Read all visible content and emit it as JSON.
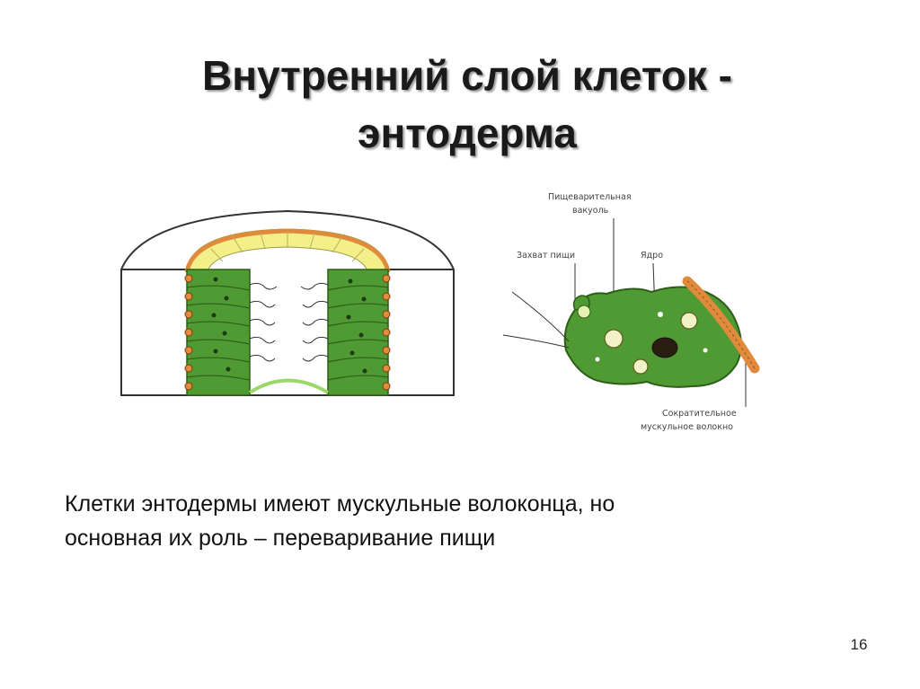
{
  "slide": {
    "title_line1": "Внутренний слой клеток -",
    "title_line2": "энтодерма",
    "body_line1": "Клетки энтодермы имеют мускульные волоконца, но",
    "body_line2": "основная их роль – переваривание пищи",
    "page_number": "16"
  },
  "cell_diagram": {
    "label_digestive_vacuole_1": "Пищеварительная",
    "label_digestive_vacuole_2": "вакуоль",
    "label_food_capture": "Захват пищи",
    "label_nucleus": "Ядро",
    "label_contractile_1": "Сократительное",
    "label_contractile_2": "мускульное волокно"
  },
  "colors": {
    "cell_green": "#4f9a32",
    "cell_green_light": "#6cbd45",
    "muscle_orange": "#e08a3c",
    "mesoglea_yellow": "#f3f08a"
  }
}
